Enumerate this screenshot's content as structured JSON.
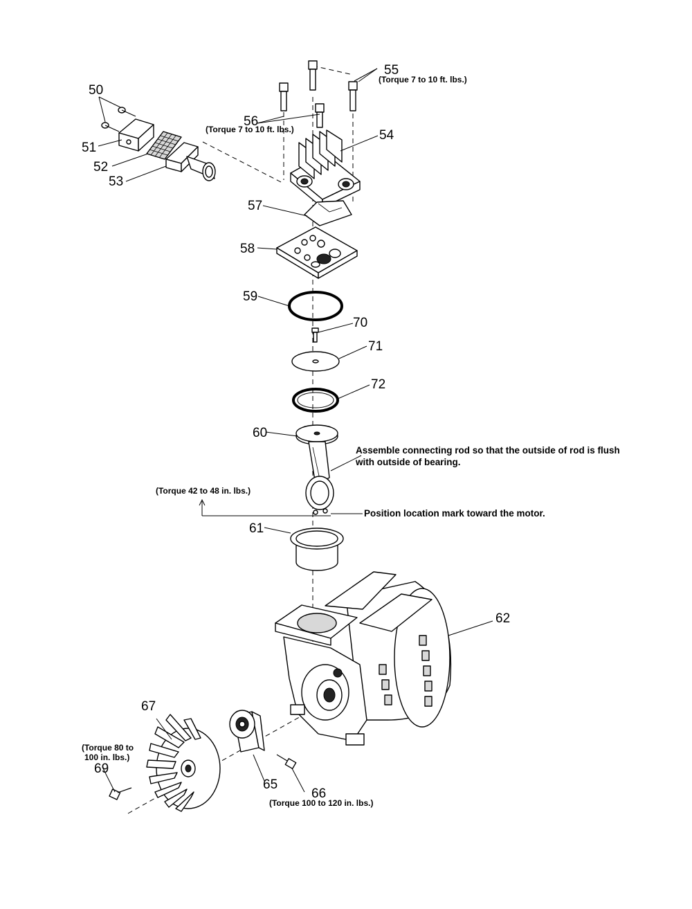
{
  "callouts": {
    "p50": "50",
    "p51": "51",
    "p52": "52",
    "p53": "53",
    "p54": "54",
    "p55": "55",
    "p56": "56",
    "p57": "57",
    "p58": "58",
    "p59": "59",
    "p60": "60",
    "p61": "61",
    "p62": "62",
    "p65": "65",
    "p66": "66",
    "p67": "67",
    "p69": "69",
    "p70": "70",
    "p71": "71",
    "p72": "72"
  },
  "torque_notes": {
    "t55": "(Torque 7 to 10 ft. lbs.)",
    "t56": "(Torque 7 to 10 ft. lbs.)",
    "t60": "(Torque 42 to 48 in. lbs.)",
    "t69_line1": "(Torque 80 to",
    "t69_line2": "100 in. lbs.)",
    "t66": "(Torque 100 to 120 in. lbs.)"
  },
  "instructions": {
    "connecting_rod": "Assemble connecting rod so that the outside of  rod is flush with outside of bearing.",
    "location_mark": "Position location mark toward the motor."
  }
}
